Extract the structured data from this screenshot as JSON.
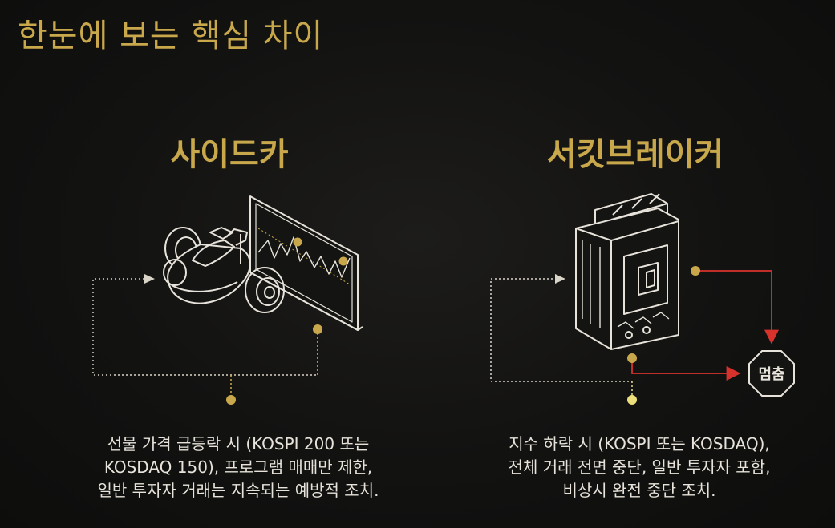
{
  "header": {
    "title": "한눈에 보는 핵심 차이"
  },
  "colors": {
    "gold": "#c9a84c",
    "text": "#e7e3da",
    "line": "#d9d4c8",
    "alert_red": "#d8322d",
    "background": "#141413"
  },
  "panels": [
    {
      "title": "사이드카",
      "icon": "sidecar-motorcycle-with-chart-icon",
      "description": [
        "선물 가격 급등락 시 (KOSPI 200 또는",
        "KOSDAQ 150), 프로그램 매매만 제한,",
        "일반 투자자 거래는 지속되는 예방적 조치."
      ]
    },
    {
      "title": "서킷브레이커",
      "icon": "circuit-breaker-icon",
      "stop_sign": "멈춤",
      "description": [
        "지수 하락 시 (KOSPI 또는 KOSDAQ),",
        "전체 거래 전면 중단, 일반 투자자 포함,",
        "비상시 완전 중단 조치."
      ]
    }
  ]
}
